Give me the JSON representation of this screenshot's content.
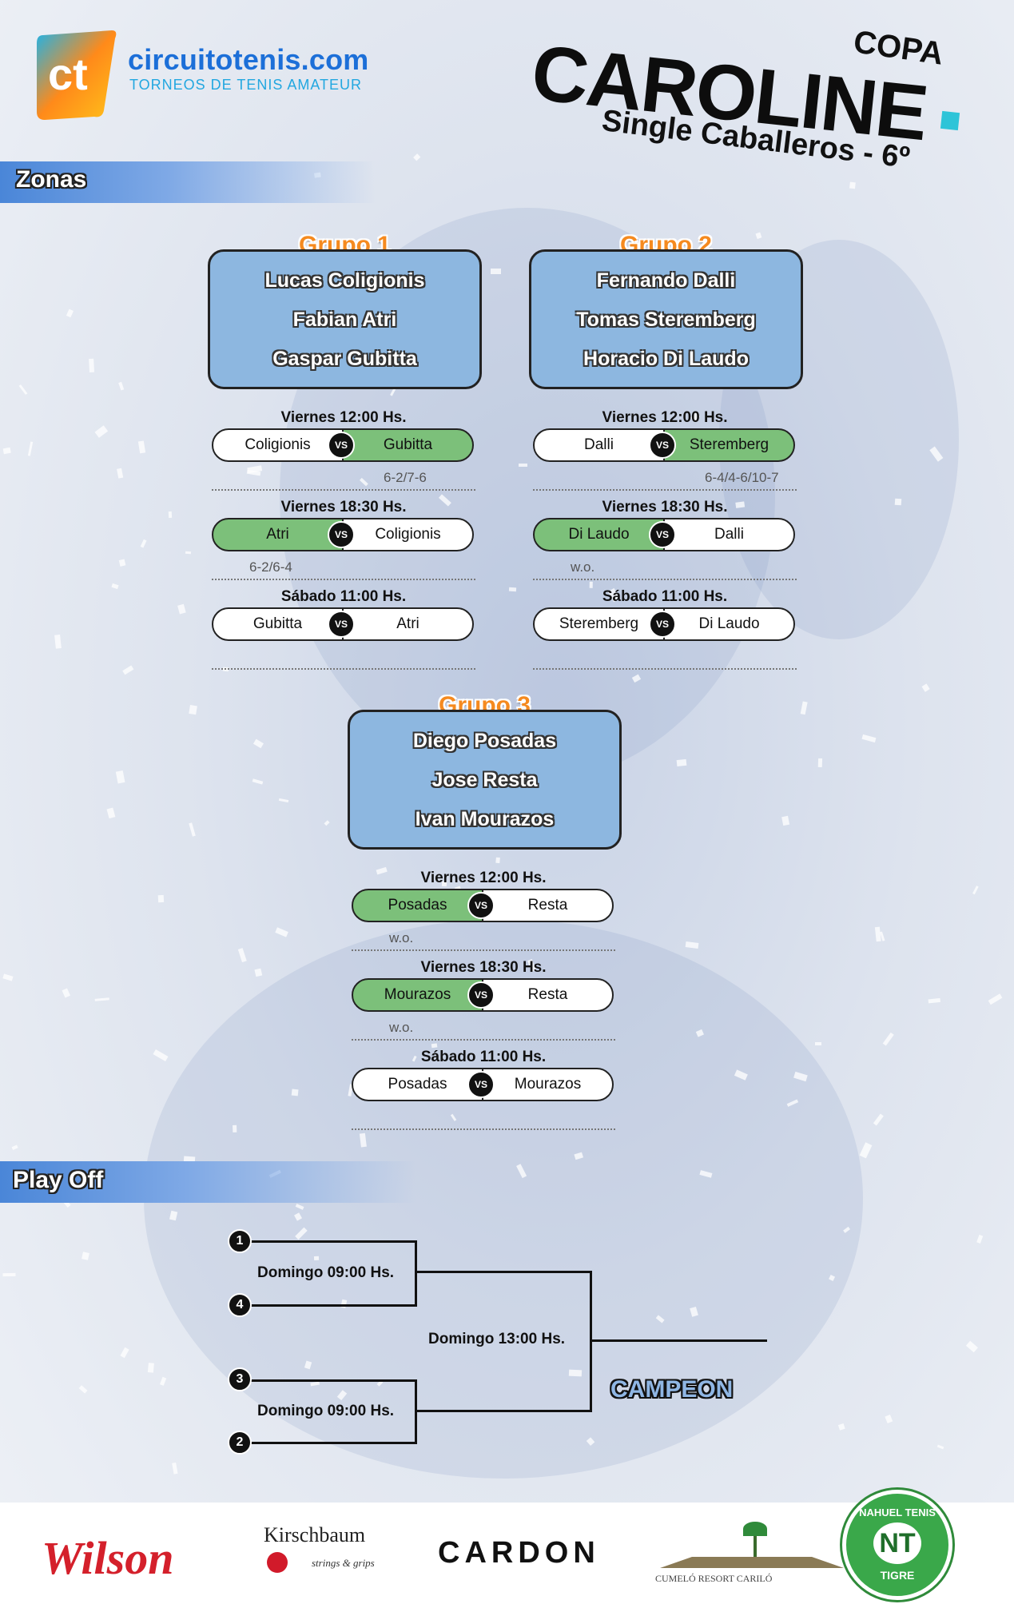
{
  "header": {
    "logo_letters": "ct",
    "site": "circuitotenis.com",
    "tagline": "TORNEOS DE TENIS AMATEUR",
    "copa": "COPA",
    "caroline": "CAROLINE",
    "subtitle": "Single Caballeros - 6º"
  },
  "colors": {
    "accent_blue": "#1c6fd8",
    "group_title": "#f58a1f",
    "group_box": "#8db7e0",
    "winner": "#7cc07a",
    "dot": "#2ec4d8"
  },
  "zonas": {
    "title": "Zonas",
    "groups": [
      {
        "title": "Grupo 1",
        "players": [
          "Lucas Coligionis",
          "Fabian Atri",
          "Gaspar Gubitta"
        ],
        "matches": [
          {
            "time": "Viernes 12:00 Hs.",
            "left": "Coligionis",
            "right": "Gubitta",
            "winner": "right",
            "score": "6-2/7-6"
          },
          {
            "time": "Viernes 18:30 Hs.",
            "left": "Atri",
            "right": "Coligionis",
            "winner": "left",
            "score": "6-2/6-4"
          },
          {
            "time": "Sábado 11:00 Hs.",
            "left": "Gubitta",
            "right": "Atri",
            "winner": "",
            "score": ""
          }
        ]
      },
      {
        "title": "Grupo 2",
        "players": [
          "Fernando Dalli",
          "Tomas Steremberg",
          "Horacio Di Laudo"
        ],
        "matches": [
          {
            "time": "Viernes 12:00 Hs.",
            "left": "Dalli",
            "right": "Steremberg",
            "winner": "right",
            "score": "6-4/4-6/10-7"
          },
          {
            "time": "Viernes 18:30 Hs.",
            "left": "Di Laudo",
            "right": "Dalli",
            "winner": "left",
            "score": "w.o."
          },
          {
            "time": "Sábado 11:00 Hs.",
            "left": "Steremberg",
            "right": "Di Laudo",
            "winner": "",
            "score": ""
          }
        ]
      },
      {
        "title": "Grupo 3",
        "players": [
          "Diego Posadas",
          "Jose Resta",
          "Ivan Mourazos"
        ],
        "matches": [
          {
            "time": "Viernes 12:00 Hs.",
            "left": "Posadas",
            "right": "Resta",
            "winner": "left",
            "score": "w.o."
          },
          {
            "time": "Viernes 18:30 Hs.",
            "left": "Mourazos",
            "right": "Resta",
            "winner": "left",
            "score": "w.o."
          },
          {
            "time": "Sábado 11:00 Hs.",
            "left": "Posadas",
            "right": "Mourazos",
            "winner": "",
            "score": ""
          }
        ]
      }
    ],
    "vs_label": "VS"
  },
  "playoff": {
    "title": "Play Off",
    "seeds": [
      "1",
      "4",
      "3",
      "2"
    ],
    "semi1_time": "Domingo 09:00 Hs.",
    "semi2_time": "Domingo 09:00 Hs.",
    "final_time": "Domingo 13:00 Hs.",
    "champion_label": "CAMPEON"
  },
  "sponsors": {
    "wilson": "Wilson",
    "kirschbaum": "Kirschbaum",
    "kirschbaum_sub": "strings & grips",
    "cardon": "CARDON",
    "cumelo": "CUMELÓ RESORT CARILÓ",
    "nahuel_top": "NAHUEL TENIS",
    "nahuel_mark": "NT",
    "nahuel_bottom": "TIGRE"
  }
}
